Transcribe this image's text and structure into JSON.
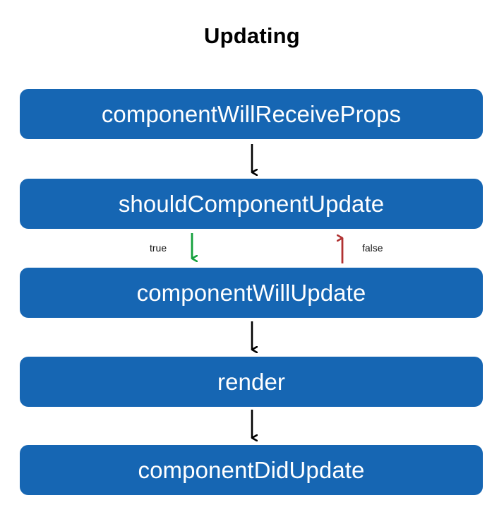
{
  "diagram": {
    "title": "Updating",
    "background_color": "#ffffff",
    "node_color": "#1666b3",
    "node_text_color": "#ffffff",
    "nodes": [
      {
        "id": "componentWillReceiveProps",
        "label": "componentWillReceiveProps"
      },
      {
        "id": "shouldComponentUpdate",
        "label": "shouldComponentUpdate"
      },
      {
        "id": "componentWillUpdate",
        "label": "componentWillUpdate"
      },
      {
        "id": "render",
        "label": "render"
      },
      {
        "id": "componentDidUpdate",
        "label": "componentDidUpdate"
      }
    ],
    "edges": [
      {
        "from": "componentWillReceiveProps",
        "to": "shouldComponentUpdate",
        "label": "",
        "color": "#000000",
        "direction": "down"
      },
      {
        "from": "shouldComponentUpdate",
        "to": "componentWillUpdate",
        "label": "true",
        "color": "#14a03c",
        "direction": "down"
      },
      {
        "from": "componentWillUpdate",
        "to": "shouldComponentUpdate",
        "label": "false",
        "color": "#b03232",
        "direction": "up"
      },
      {
        "from": "componentWillUpdate",
        "to": "render",
        "label": "",
        "color": "#000000",
        "direction": "down"
      },
      {
        "from": "render",
        "to": "componentDidUpdate",
        "label": "",
        "color": "#000000",
        "direction": "down"
      }
    ],
    "edge_labels": {
      "true": "true",
      "false": "false"
    },
    "edge_colors": {
      "default": "#000000",
      "true": "#14a03c",
      "false": "#b03232"
    }
  }
}
